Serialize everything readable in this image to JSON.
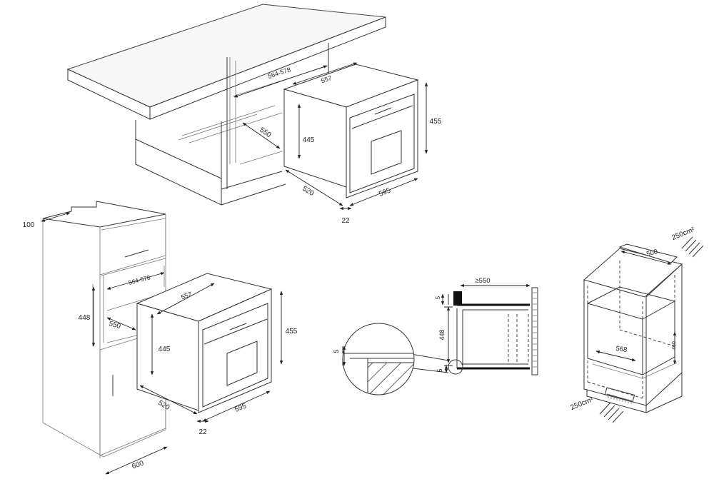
{
  "top_view": {
    "d_width_cabinet": "564-578",
    "d_width_oven": "557",
    "d_depth_cabinet": "550",
    "d_height_body": "445",
    "d_height_total": "455",
    "d_depth_oven": "520",
    "d_width_front": "595",
    "d_front_thickness": "22"
  },
  "column_view": {
    "d_top_gap": "100",
    "d_width_cabinet": "564-578",
    "d_height_cabinet": "448",
    "d_depth_cabinet": "550",
    "d_width_oven": "557",
    "d_height_body": "445",
    "d_height_total": "455",
    "d_depth_oven": "520",
    "d_width_front": "595",
    "d_front_thickness": "22",
    "d_column_depth": "600"
  },
  "section_view": {
    "d_depth": "≥550",
    "d_height": "448",
    "d_gap_top": "5",
    "d_gap_bottom": "5",
    "d_gap_detail": "5"
  },
  "ventilation_view": {
    "vent_top": "250cm²",
    "vent_top_width": "500",
    "vent_inner_width": "568",
    "vent_inner_height": "460",
    "vent_bottom": "250cm²"
  }
}
